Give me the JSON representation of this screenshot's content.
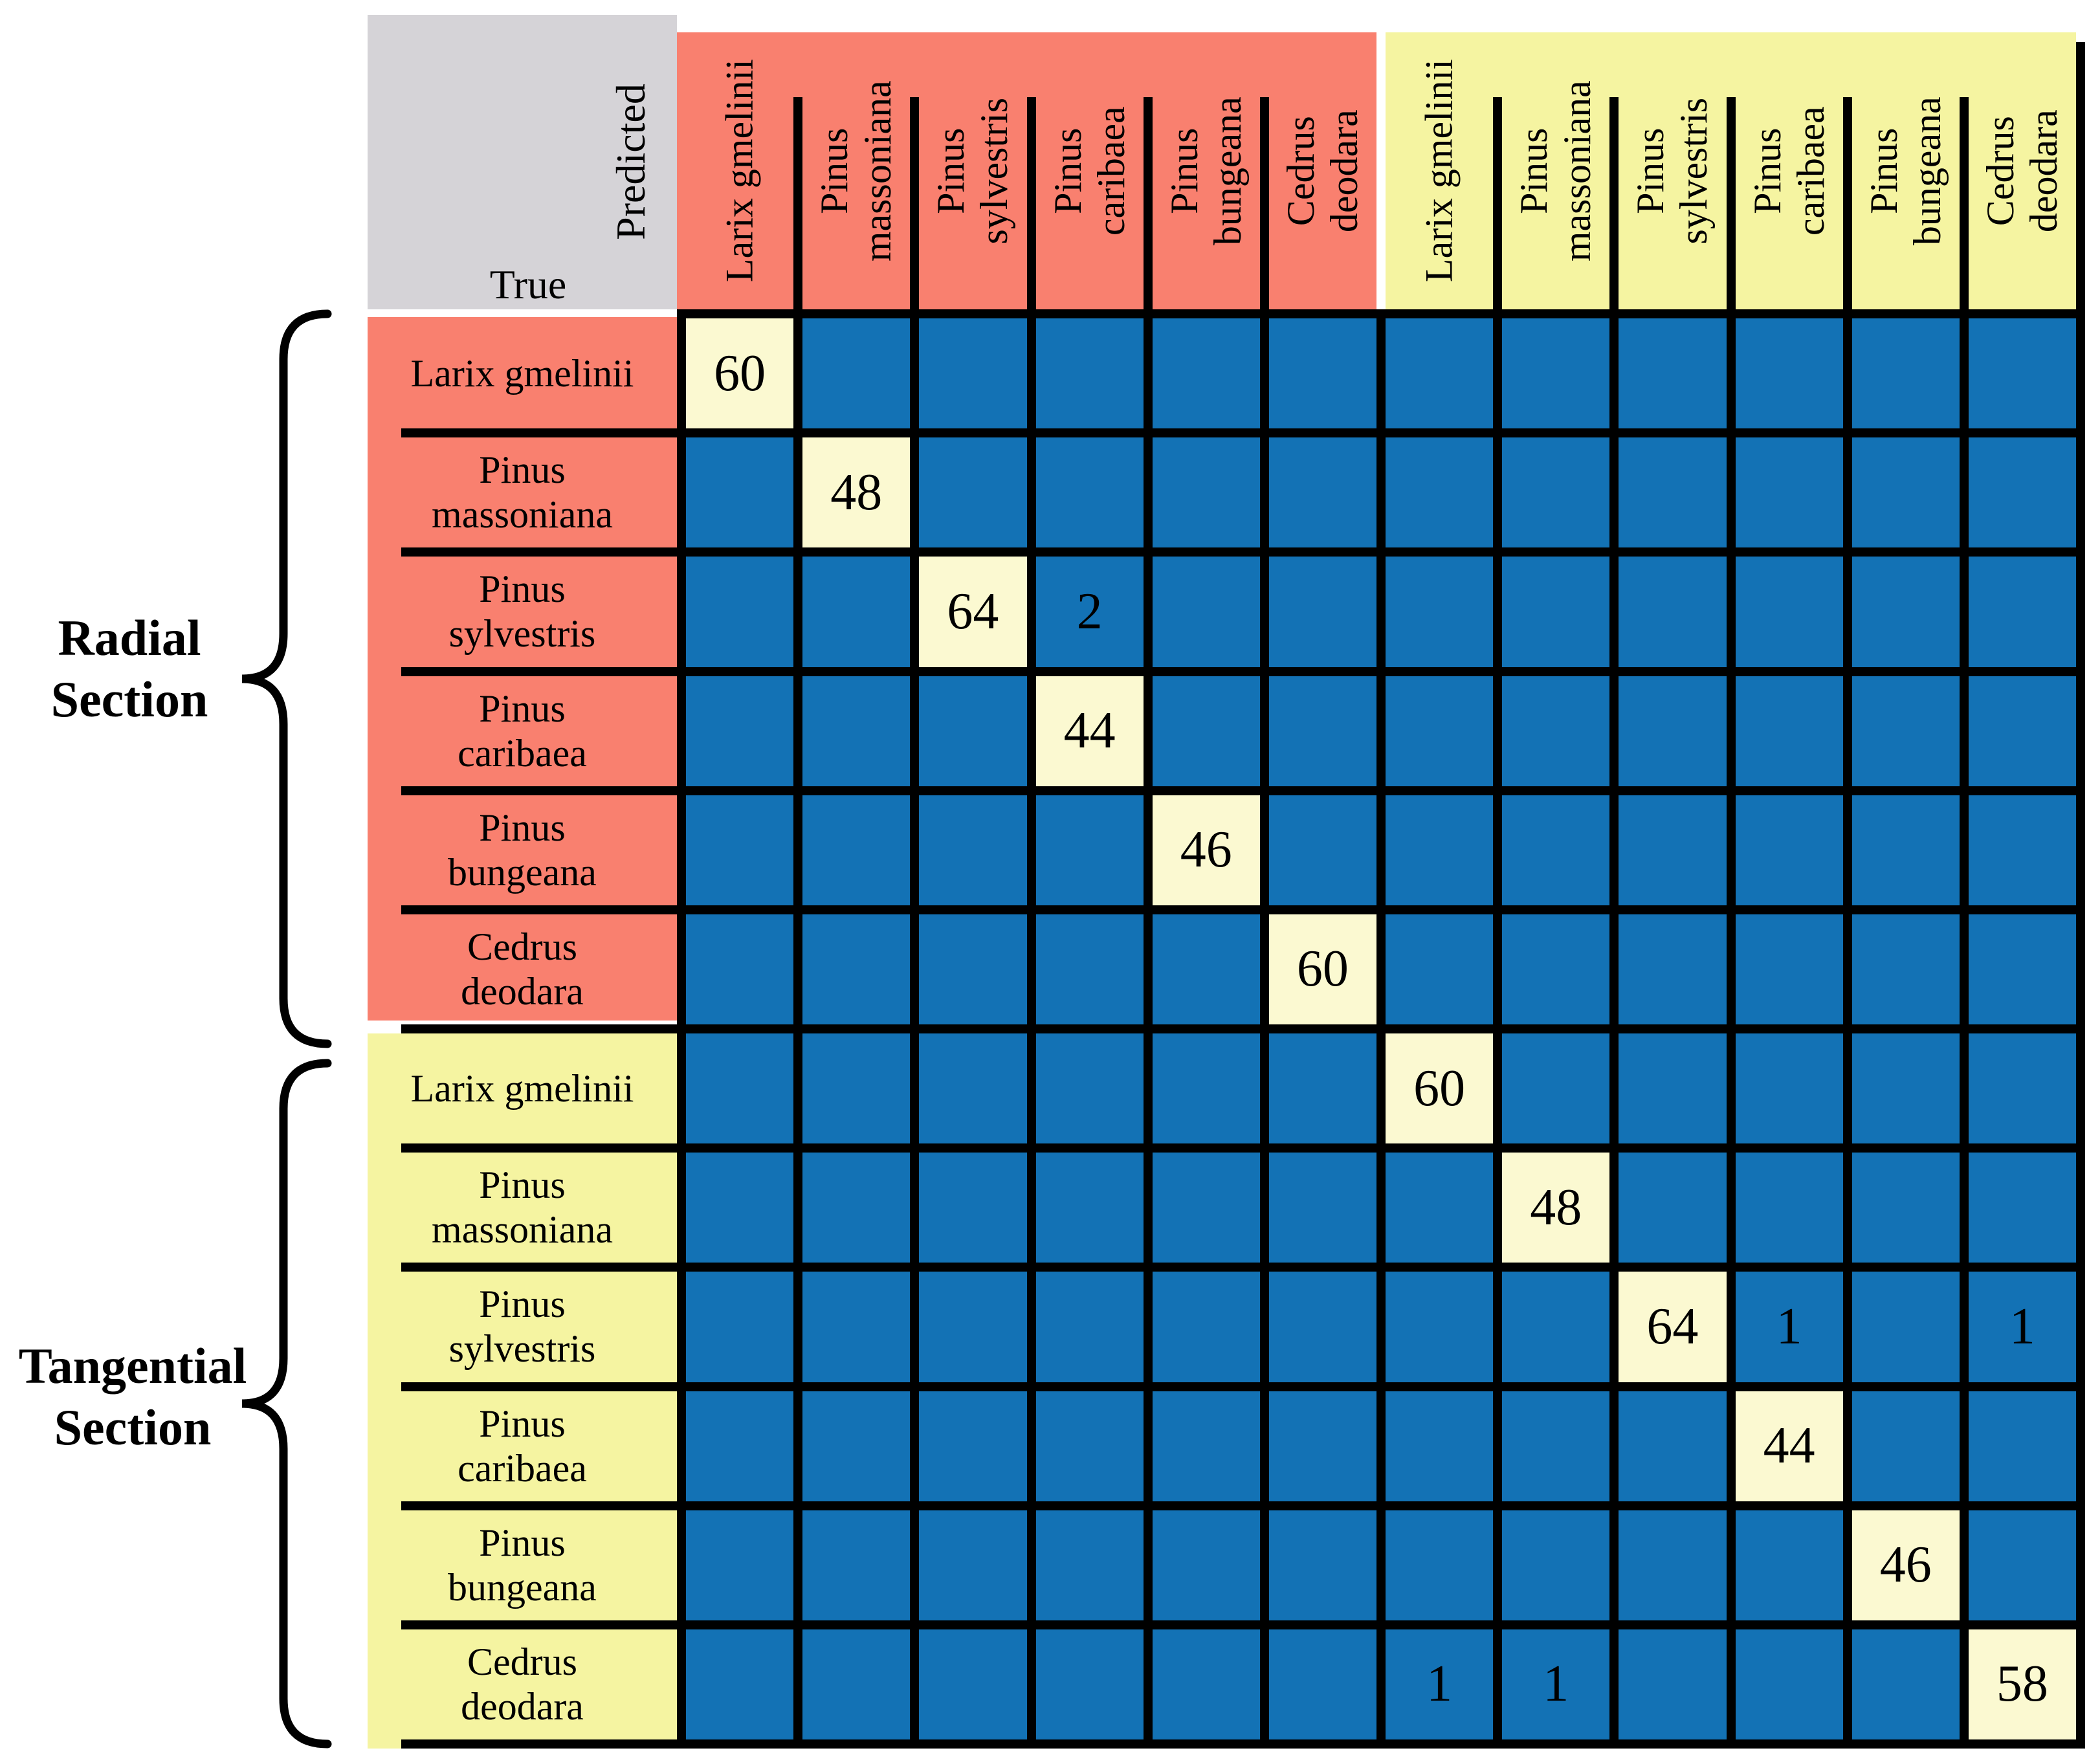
{
  "figure": {
    "corner": {
      "predicted_label": "Predicted",
      "true_label": "True"
    },
    "sections": [
      {
        "id": "radial",
        "label": "Radial\nSection"
      },
      {
        "id": "tangential",
        "label": "Tangential\nSection"
      }
    ],
    "species": [
      {
        "name": "Larix gmelinii",
        "lines": [
          "Larix gmelinii"
        ]
      },
      {
        "name": "Pinus massoniana",
        "lines": [
          "Pinus",
          "massoniana"
        ]
      },
      {
        "name": "Pinus sylvestris",
        "lines": [
          "Pinus",
          "sylvestris"
        ]
      },
      {
        "name": "Pinus caribaea",
        "lines": [
          "Pinus",
          "caribaea"
        ]
      },
      {
        "name": "Pinus bungeana",
        "lines": [
          "Pinus",
          "bungeana"
        ]
      },
      {
        "name": "Cedrus deodara",
        "lines": [
          "Cedrus",
          "deodara"
        ]
      }
    ]
  },
  "chart_data": {
    "type": "heatmap",
    "x_axis_label": "Predicted",
    "y_axis_label": "True",
    "row_groups": [
      {
        "section": "Radial Section",
        "rows": [
          "Larix gmelinii",
          "Pinus massoniana",
          "Pinus sylvestris",
          "Pinus caribaea",
          "Pinus bungeana",
          "Cedrus deodara"
        ]
      },
      {
        "section": "Tangential Section",
        "rows": [
          "Larix gmelinii",
          "Pinus massoniana",
          "Pinus sylvestris",
          "Pinus caribaea",
          "Pinus bungeana",
          "Cedrus deodara"
        ]
      }
    ],
    "col_labels": [
      "Larix gmelinii",
      "Pinus massoniana",
      "Pinus sylvestris",
      "Pinus caribaea",
      "Pinus bungeana",
      "Cedrus deodara",
      "Larix gmelinii",
      "Pinus massoniana",
      "Pinus sylvestris",
      "Pinus caribaea",
      "Pinus bungeana",
      "Cedrus deodara"
    ],
    "matrix_size": [
      12,
      12
    ],
    "cells": [
      {
        "row": 1,
        "col": 1,
        "value": 60
      },
      {
        "row": 2,
        "col": 2,
        "value": 48
      },
      {
        "row": 3,
        "col": 3,
        "value": 64
      },
      {
        "row": 3,
        "col": 4,
        "value": 2
      },
      {
        "row": 4,
        "col": 4,
        "value": 44
      },
      {
        "row": 5,
        "col": 5,
        "value": 46
      },
      {
        "row": 6,
        "col": 6,
        "value": 60
      },
      {
        "row": 7,
        "col": 7,
        "value": 60
      },
      {
        "row": 8,
        "col": 8,
        "value": 48
      },
      {
        "row": 9,
        "col": 9,
        "value": 64
      },
      {
        "row": 9,
        "col": 10,
        "value": 1
      },
      {
        "row": 9,
        "col": 12,
        "value": 1
      },
      {
        "row": 10,
        "col": 10,
        "value": 44
      },
      {
        "row": 11,
        "col": 11,
        "value": 46
      },
      {
        "row": 12,
        "col": 7,
        "value": 1
      },
      {
        "row": 12,
        "col": 8,
        "value": 1
      },
      {
        "row": 12,
        "col": 12,
        "value": 58
      }
    ],
    "empty_cells": "blank blue",
    "legend_position": "none",
    "grid_on": true
  },
  "colors": {
    "radial_header": "#f9806f",
    "tangential_header": "#f5f4a1",
    "cell_blue": "#1372b5",
    "diagonal_cream": "#fbf9d1",
    "corner_gray": "#d5d3d7",
    "line_black": "#000000"
  }
}
